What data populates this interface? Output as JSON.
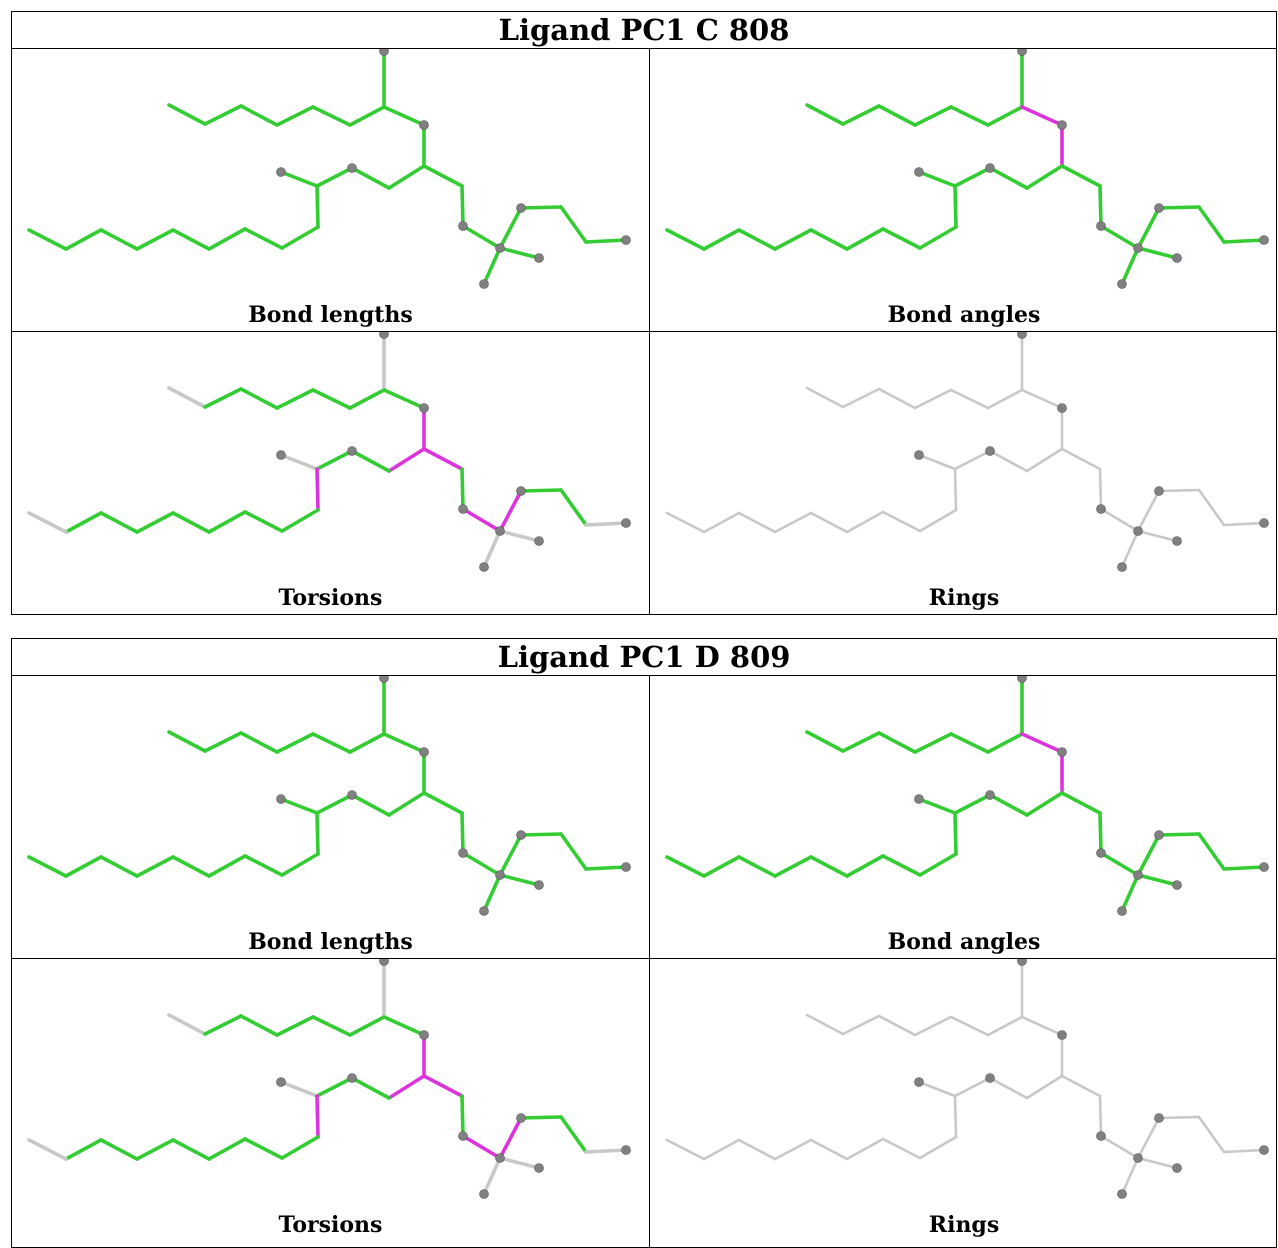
{
  "colors": {
    "ok": "#33cc33",
    "flag": "#dd33dd",
    "na": "#c8c8c8",
    "atom": "#808080"
  },
  "panels": [
    {
      "title": "Ligand PC1 C 808",
      "cells": [
        {
          "caption": "Bond lengths",
          "mode": "lengths"
        },
        {
          "caption": "Bond angles",
          "mode": "angles"
        },
        {
          "caption": "Torsions",
          "mode": "torsions"
        },
        {
          "caption": "Rings",
          "mode": "rings"
        }
      ]
    },
    {
      "title": "Ligand PC1 D 809",
      "cells": [
        {
          "caption": "Bond lengths",
          "mode": "lengths"
        },
        {
          "caption": "Bond angles",
          "mode": "angles"
        },
        {
          "caption": "Torsions",
          "mode": "torsions"
        },
        {
          "caption": "Rings",
          "mode": "rings"
        }
      ]
    }
  ]
}
